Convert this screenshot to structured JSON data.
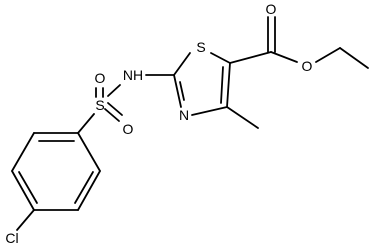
{
  "molecule": {
    "atoms": {
      "cl": "Cl",
      "s_sulfonyl": "S",
      "o_sulfonyl_top": "O",
      "o_sulfonyl_right": "O",
      "nh": "NH",
      "s_ring": "S",
      "n_ring": "N",
      "o_carbonyl": "O",
      "o_ester": "O"
    }
  }
}
